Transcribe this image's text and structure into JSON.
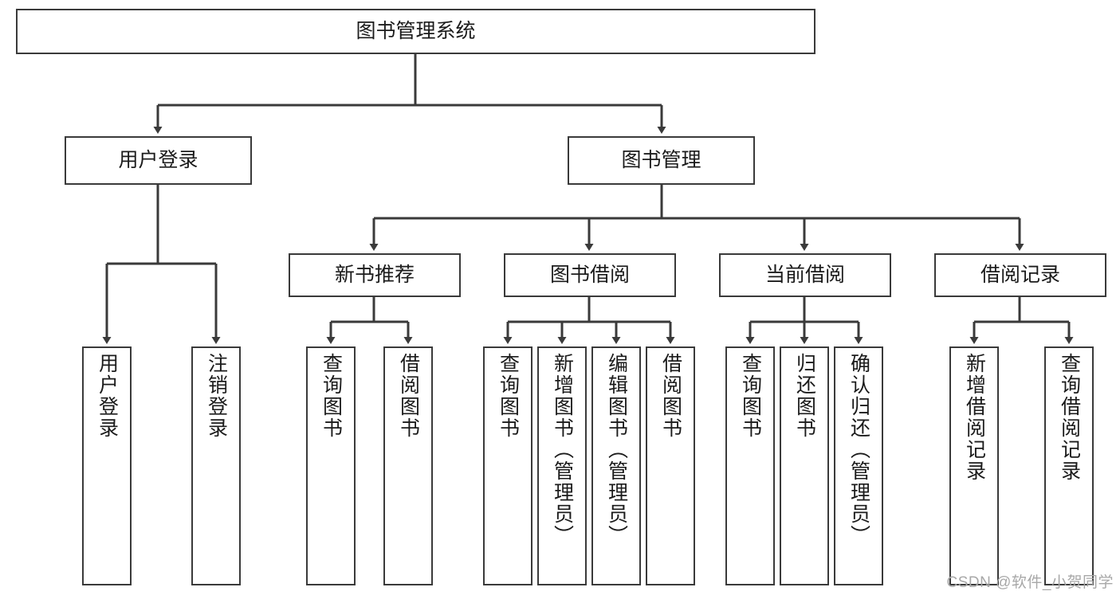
{
  "diagram": {
    "title": "图书管理系统",
    "watermark": "CSDN @软件_小贺同学",
    "colors": {
      "box_border": "#3a3a3a",
      "edge": "#3a3a3a",
      "background": "#ffffff",
      "text": "#1b1b1b",
      "watermark": "#a8a8a8"
    },
    "nodes": {
      "root": {
        "label": "图书管理系统"
      },
      "level2": [
        {
          "label": "用户登录"
        },
        {
          "label": "图书管理"
        }
      ],
      "level3": [
        {
          "label": "新书推荐"
        },
        {
          "label": "图书借阅"
        },
        {
          "label": "当前借阅"
        },
        {
          "label": "借阅记录"
        }
      ],
      "leaves": {
        "user_login": [
          {
            "label": "用户登录"
          },
          {
            "label": "注销登录"
          }
        ],
        "new_book": [
          {
            "label": "查询图书"
          },
          {
            "label": "借阅图书"
          }
        ],
        "book_borrow": [
          {
            "label": "查询图书"
          },
          {
            "label": "新增图书（管理员）"
          },
          {
            "label": "编辑图书（管理员）"
          },
          {
            "label": "借阅图书"
          }
        ],
        "current_borrow": [
          {
            "label": "查询图书"
          },
          {
            "label": "归还图书"
          },
          {
            "label": "确认归还（管理员）"
          }
        ],
        "borrow_record": [
          {
            "label": "新增借阅记录"
          },
          {
            "label": "查询借阅记录"
          }
        ]
      }
    }
  }
}
